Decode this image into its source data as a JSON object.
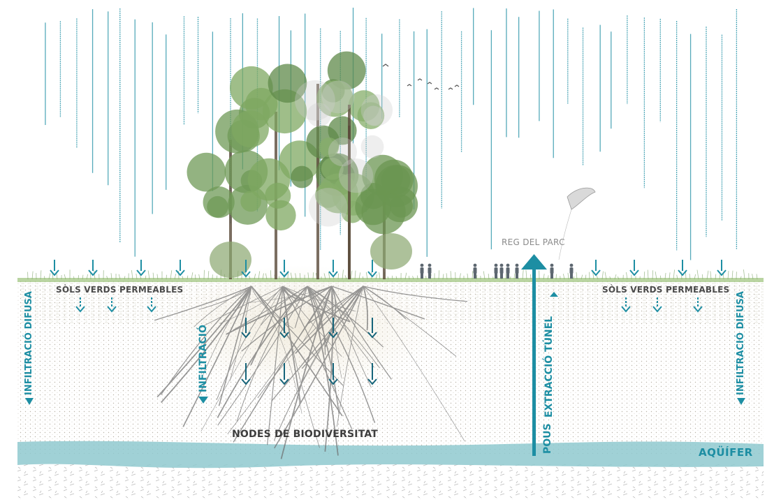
{
  "labels": {
    "soils_left": "SÒLS VERDS PERMEABLES",
    "soils_right": "SÒLS VERDS PERMEABLES",
    "irrigation": "REG DEL PARC",
    "biodiversity": "NODES DE BIODIVERSITAT",
    "aquifer": "AQÜÍFER",
    "infiltration_left": "INFILTRACIÓ DIFUSA",
    "infiltration_center": "INFILTRACIÓ",
    "infiltration_right": "INFILTRACIÓ DIFUSA",
    "wells": "POUS",
    "tunnel_extraction": "EXTRACCIÓ TÚNEL"
  },
  "colors": {
    "water": "#1d8ea3",
    "aquifer": "#8fc9cf",
    "grass": "#a7c98a",
    "text_dark": "#4a4a4a",
    "text_grey": "#8a8a8a"
  },
  "icons": [
    "rain-streaks",
    "down-arrow-icon",
    "up-arrow-icon",
    "tree-icon",
    "root-icon",
    "bird-icon",
    "person-icon",
    "kite-icon"
  ]
}
